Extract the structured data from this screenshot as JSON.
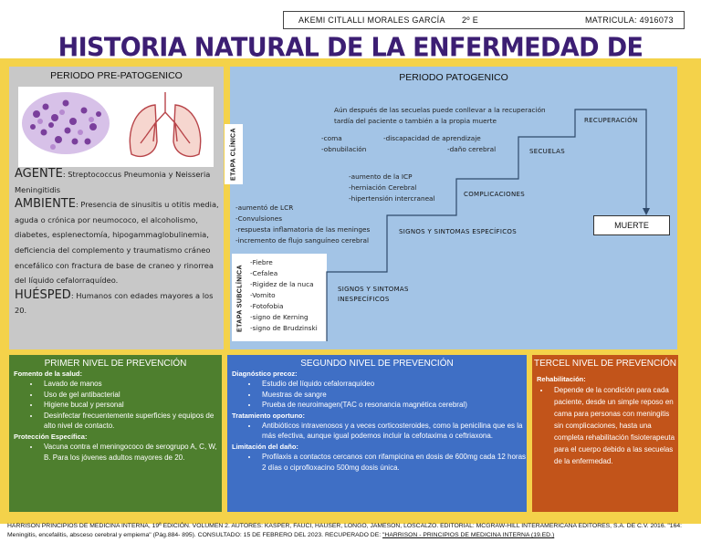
{
  "header": {
    "student_name": "AKEMI CITLALLI MORALES GARCÍA",
    "grade": "2º E",
    "matricula": "MATRICULA: 4916073"
  },
  "title": "HISTORIA NATURAL DE LA ENFERMEDAD DE MENINGITIS",
  "colors": {
    "frame": "#f4d24a",
    "title": "#3c1e73",
    "pre_panel": "#c8c8c8",
    "pathogenic_panel": "#a3c4e6",
    "prevention_1": "#4e7f2e",
    "prevention_2": "#3f6fc5",
    "prevention_3": "#c2541a"
  },
  "pre_pathogenic": {
    "title": "PERIODO PRE-PATOGENICO",
    "agent_label": "AGENTE",
    "agent_text": ": Streptococcus Pneumonia y Neisseria Meningitidis",
    "environment_label": "AMBIENTE",
    "environment_text": ": Presencia de sinusitis u otitis media, aguda o crónica por neumococo, el alcoholismo, diabetes, esplenectomía, hipogammaglobulinemia, deficiencia del complemento y traumatismo cráneo encefálico con fractura de base de craneo y rinorrea del líquido cefalorraquídeo.",
    "host_label": "HUÉSPED",
    "host_text": ": Humanos con edades mayores a los 20."
  },
  "pathogenic": {
    "title": "PERIODO PATOGENICO",
    "clinical_stage": "ETAPA CLÍNICA",
    "subclinical_stage": "ETAPA SUBCLÍNICA",
    "nonspecific_label": "SIGNOS Y SINTOMAS INESPECÍFICOS",
    "nonspecific_items": [
      "-Fiebre",
      "-Cefalea",
      "-Rigidez de la nuca",
      "-Vomito",
      "-Fotofobia",
      "-signo de Kerning",
      "-signo de Brudzinski"
    ],
    "specific_label": "SIGNOS Y SINTOMAS ESPECÍFICOS",
    "specific_items": [
      "-aumentó de LCR",
      "-Convulsiones",
      "-respuesta inflamatoria de las meninges",
      "-incremento de flujo sanguíneo cerebral"
    ],
    "complications_label": "COMPLICACIONES",
    "complications_items": [
      "-aumento de la ICP",
      "-herniación Cerebral",
      "-hipertensión intercraneal"
    ],
    "sequelae_label": "SECUELAS",
    "sequelae_left": [
      "-coma",
      "-obnubilación"
    ],
    "sequelae_right": [
      "-discapacidad de aprendizaje",
      "-daño cerebral"
    ],
    "recovery_label": "RECUPERACIÓN",
    "recovery_note_1": "Aún después de las secuelas puede conllevar a la recuperación",
    "recovery_note_2": "tardía del paciente o también a la propia muerte",
    "death_label": "MUERTE"
  },
  "prevention": {
    "first": {
      "title": "PRIMER NIVEL DE PREVENCIÓN",
      "health_promo": "Fomento de la salud:",
      "health_items": [
        "Lavado de manos",
        "Uso de gel antibacterial",
        "Higiene bucal y personal",
        "Desinfectar frecuentemente superficies y equipos de alto nivel de contacto."
      ],
      "specific_label": "Protección Específica:",
      "specific_items": [
        "Vacuna contra el meningococo de serogrupo A, C, W, B. Para los jóvenes adultos mayores de 20."
      ]
    },
    "second": {
      "title": "SEGUNDO NIVEL DE PREVENCIÓN",
      "diagnosis_label": "Diagnóstico precoz:",
      "diagnosis_items": [
        "Estudio del líquido cefalorraquídeo",
        "Muestras de sangre",
        "Prueba de neuroimagen(TAC o resonancia magnética cerebral)"
      ],
      "treatment_label": "Tratamiento oportuno:",
      "treatment_items": [
        "Antibióticos intravenosos y a veces corticosteroides, como la penicilina que es la más efectiva, aunque igual podemos incluir la cefotaxima o ceftriaxona."
      ],
      "limitation_label": "Limitación del daño:",
      "limitation_items": [
        "Profilaxis a contactos cercanos con rifampicina en dosis de 600mg cada 12 horas 2 días o ciprofloxacino 500mg dosis única."
      ]
    },
    "third": {
      "title": "TERCEL NIVEL DE PREVENCIÓN",
      "rehab_label": "Rehabilitación:",
      "rehab_items": [
        "Depende de la condición para cada paciente, desde un simple reposo en cama para personas con meningitis sin complicaciones, hasta una completa rehabilitación fisioterapeuta para el cuerpo debido a las secuelas de la enfermedad."
      ]
    }
  },
  "citation": {
    "text": "HARRISON PRINCIPIOS DE MEDICINA INTERNA, 19ª EDICIÓN. VOLUMEN 2. AUTORES: KASPER, FAUCI, HAUSER, LONGO, JAMESON, LOSCALZO. EDITORIAL: MCGRAW-HILL INTERAMERICANA EDITORES, S.A. DE C.V. 2016. \"164: Meningitis, encefalitis, absceso cerebral y empiema\" (Pág.884- 895). CONSULTADO: 15 DE FEBRERO DEL 2023. RECUPERADO DE: ",
    "link": "\"HARRISON - PRINCIPIOS DE MEDICINA INTERNA (19.ED.)"
  }
}
